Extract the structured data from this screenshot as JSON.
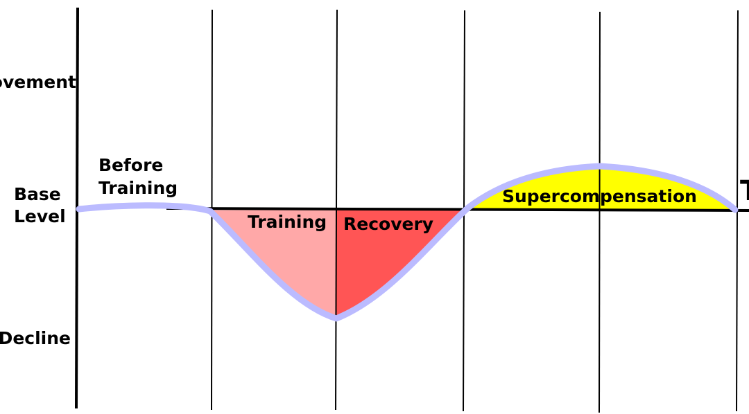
{
  "labels": {
    "y_improvement": "Improvement",
    "y_base_line1": "Base",
    "y_base_line2": "Level",
    "y_decline": "Decline",
    "before_line1": "Before",
    "before_line2": "Training",
    "training": "Training",
    "recovery": "Recovery",
    "supercompensation": "Supercompensation",
    "time": "Time"
  },
  "colors": {
    "training_fill": "#ffa8a8",
    "recovery_fill": "#ff5555",
    "supercompensation_fill": "#ffff00",
    "curve": "#bbbbff",
    "axis": "#000000"
  }
}
